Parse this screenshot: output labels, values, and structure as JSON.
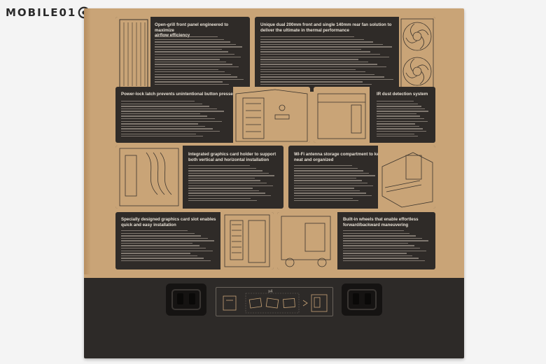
{
  "watermark": {
    "text": "MOBILE01"
  },
  "panels": [
    {
      "id": "front-panel",
      "title_line1": "Open-grill front panel engineered to maximize",
      "title_line2": "airflow efficiency"
    },
    {
      "id": "fans",
      "title_line1": "Unique dual 200mm front and single 140mm rear fan solution to",
      "title_line2": "deliver the ultimate in thermal performance"
    },
    {
      "id": "power-latch",
      "title_line1": "Power-lock latch prevents unintentional button presses",
      "title_line2": ""
    },
    {
      "id": "dust",
      "title_line1": "IR dust detection system",
      "title_line2": ""
    },
    {
      "id": "gpu-holder",
      "title_line1": "Integrated graphics card holder to support",
      "title_line2": "both vertical and horizontal installation"
    },
    {
      "id": "wifi",
      "title_line1": "Wi-Fi antenna storage compartment to keep cables",
      "title_line2": "neat and organized"
    },
    {
      "id": "gpu-slot",
      "title_line1": "Specially designed graphics card slot enables",
      "title_line2": "quick and easy installation"
    },
    {
      "id": "wheels",
      "title_line1": "Built-in wheels that enable effortless",
      "title_line2": "forward/backward maneuvering"
    }
  ],
  "install_diagram": {
    "multiplier": "x4"
  },
  "colors": {
    "cardboard": "#c9a477",
    "panel": "#2f2b28",
    "band": "#2d2a28",
    "background": "#f4f4f4"
  }
}
